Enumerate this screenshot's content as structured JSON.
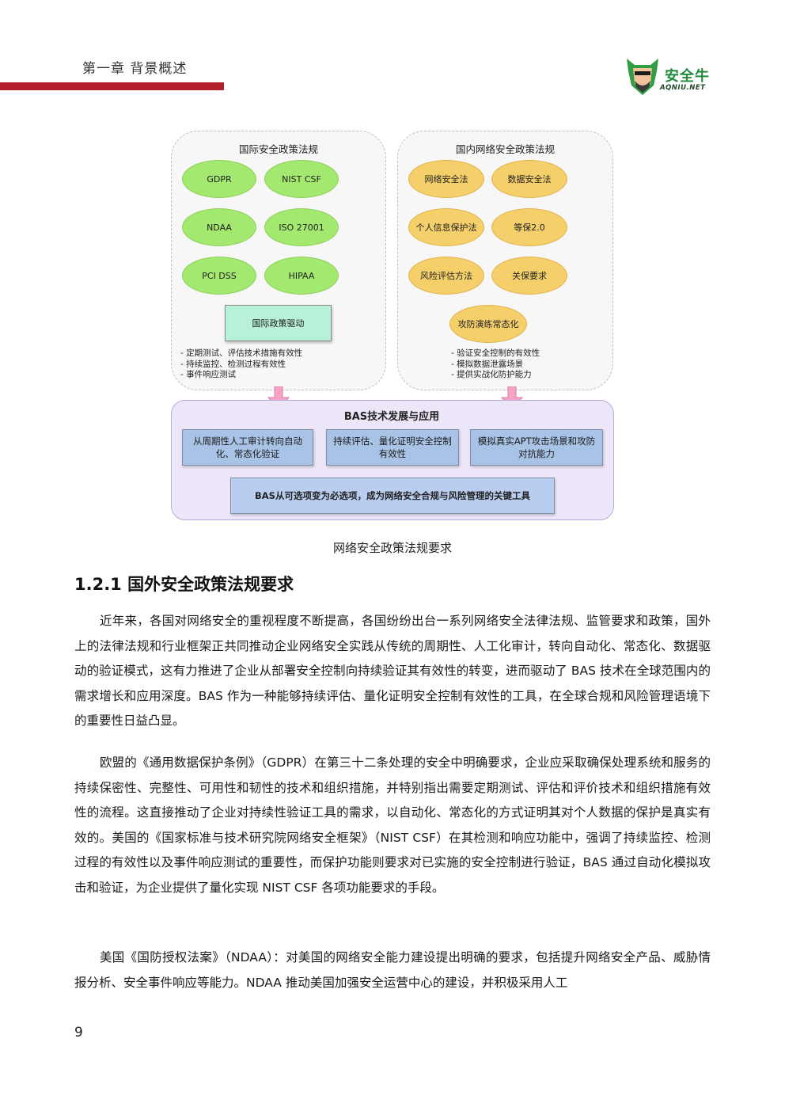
{
  "header": {
    "chapter": "第一章 背景概述",
    "logo_name": "安全牛",
    "logo_sub": "AQNIU.NET",
    "logo_icon": "bull-shield-icon"
  },
  "diagram": {
    "intl": {
      "title": "国际安全政策法规",
      "items": [
        "GDPR",
        "NIST CSF",
        "NDAA",
        "ISO 27001",
        "PCI DSS",
        "HIPAA"
      ],
      "driver": "国际政策驱动",
      "notes": "- 定期测试、评估技术措施有效性\n- 持续监控、检测过程有效性\n- 事件响应测试"
    },
    "domestic": {
      "title": "国内网络安全政策法规",
      "items": [
        "网络安全法",
        "数据安全法",
        "个人信息保护法",
        "等保2.0",
        "风险评估方法",
        "关保要求",
        "攻防演练常态化"
      ],
      "notes": "- 验证安全控制的有效性\n- 模拟数据泄露场景\n- 提供实战化防护能力"
    },
    "bas": {
      "title": "BAS技术发展与应用",
      "boxes": [
        "从周期性人工审计转向自动化、常态化验证",
        "持续评估、量化证明安全控制有效性",
        "模拟真实APT攻击场景和攻防对抗能力"
      ],
      "conclusion": "BAS从可选项变为必选项，成为网络安全合规与风险管理的关键工具"
    },
    "colors": {
      "green": "#a3e86f",
      "orange": "#f5cf6a",
      "lavender": "#ece6f8",
      "blue": "#a8c3e6",
      "arrow": "#f4a3c4"
    }
  },
  "caption": "网络安全政策法规要求",
  "section_title": "1.2.1 国外安全政策法规要求",
  "paragraphs": [
    "近年来，各国对网络安全的重视程度不断提高，各国纷纷出台一系列网络安全法律法规、监管要求和政策，国外上的法律法规和行业框架正共同推动企业网络安全实践从传统的周期性、人工化审计，转向自动化、常态化、数据驱动的验证模式，这有力推进了企业从部署安全控制向持续验证其有效性的转变，进而驱动了 BAS 技术在全球范围内的需求增长和应用深度。BAS 作为一种能够持续评估、量化证明安全控制有效性的工具，在全球合规和风险管理语境下的重要性日益凸显。",
    "欧盟的《通用数据保护条例》（GDPR）在第三十二条处理的安全中明确要求，企业应采取确保处理系统和服务的持续保密性、完整性、可用性和韧性的技术和组织措施，并特别指出需要定期测试、评估和评价技术和组织措施有效性的流程。这直接推动了企业对持续性验证工具的需求，以自动化、常态化的方式证明其对个人数据的保护是真实有效的。美国的《国家标准与技术研究院网络安全框架》（NIST CSF）在其检测和响应功能中，强调了持续监控、检测过程的有效性以及事件响应测试的重要性，而保护功能则要求对已实施的安全控制进行验证，BAS 通过自动化模拟攻击和验证，为企业提供了量化实现 NIST CSF 各项功能要求的手段。",
    "美国《国防授权法案》（NDAA）：对美国的网络安全能力建设提出明确的要求，包括提升网络安全产品、威胁情报分析、安全事件响应等能力。NDAA 推动美国加强安全运营中心的建设，并积极采用人工"
  ],
  "page_number": "9"
}
